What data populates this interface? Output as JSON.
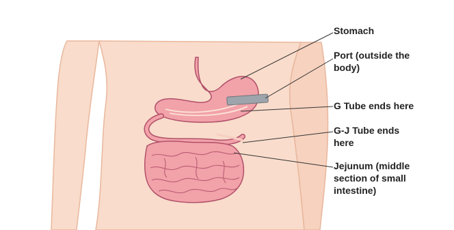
{
  "labels": {
    "stomach": "Stomach",
    "port": [
      "Port (outside the",
      "body)"
    ],
    "g_tube": "G Tube ends here",
    "gj_tube": [
      "G-J Tube ends",
      "here"
    ],
    "jejunum": [
      "Jejunum (middle",
      "section of small",
      "intestine)"
    ]
  },
  "colors": {
    "skin": "#f9dccb",
    "skin_shadow": "#efb9a0",
    "organ": "#f2a2a9",
    "organ_outline": "#b0506a",
    "tube": "#9ea4ab",
    "leader_line": "#333333"
  }
}
